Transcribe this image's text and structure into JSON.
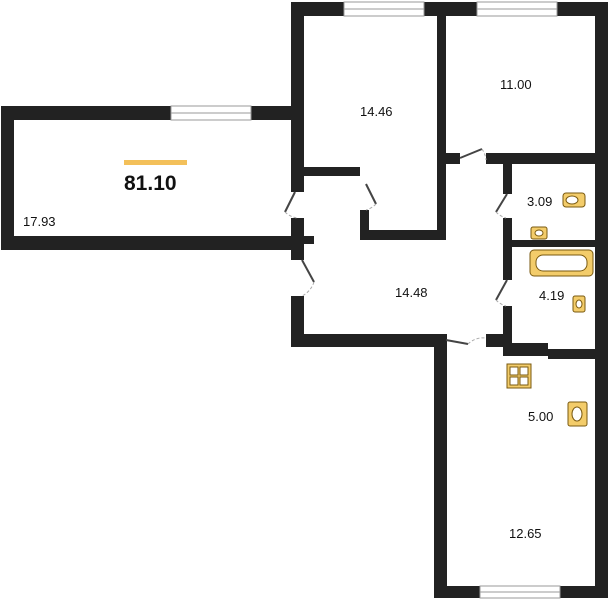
{
  "plan": {
    "total_area": "81.10",
    "accent_color": "#f3c05a",
    "wall_color": "#222222",
    "rooms": [
      {
        "id": "living-room",
        "area": "17.93"
      },
      {
        "id": "bedroom-1",
        "area": "14.46"
      },
      {
        "id": "bedroom-2",
        "area": "11.00"
      },
      {
        "id": "toilet",
        "area": "3.09"
      },
      {
        "id": "bathroom",
        "area": "4.19"
      },
      {
        "id": "hallway",
        "area": "14.48"
      },
      {
        "id": "kitchen",
        "area": "5.00"
      },
      {
        "id": "bedroom-3",
        "area": "12.65"
      }
    ]
  }
}
